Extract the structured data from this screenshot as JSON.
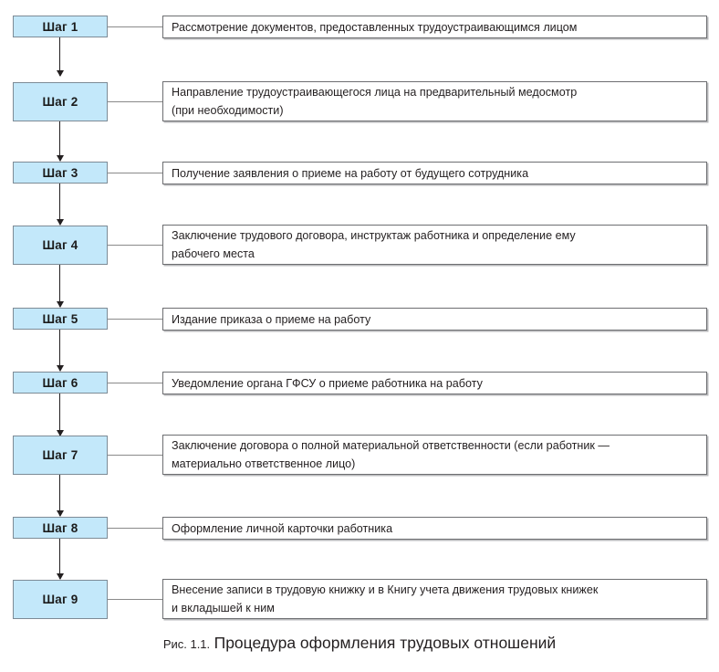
{
  "figure": {
    "caption_number": "Рис. 1.1.",
    "caption_title": "Процедура оформления трудовых отношений",
    "colors": {
      "step_fill": "#c3e8fa",
      "step_border": "#7d8b96",
      "text_border": "#6d6e71",
      "text_shadow": "#b9babc",
      "connector": "#8a8a8a",
      "arrow": "#231f20",
      "text": "#231f20",
      "background": "#ffffff"
    }
  },
  "steps": [
    {
      "label": "Шаг 1",
      "lines": [
        "Рассмотрение документов, предоставленных трудоустраивающимся лицом"
      ]
    },
    {
      "label": "Шаг 2",
      "lines": [
        "Направление трудоустраивающегося лица на предварительный медосмотр",
        "(при необходимости)"
      ]
    },
    {
      "label": "Шаг 3",
      "lines": [
        "Получение заявления о приеме на работу от будущего сотрудника"
      ]
    },
    {
      "label": "Шаг 4",
      "lines": [
        "Заключение трудового договора, инструктаж работника и определение ему",
        "рабочего места"
      ]
    },
    {
      "label": "Шаг 5",
      "lines": [
        "Издание приказа о приеме на работу"
      ]
    },
    {
      "label": "Шаг 6",
      "lines": [
        "Уведомление органа ГФСУ о приеме работника на работу"
      ]
    },
    {
      "label": "Шаг 7",
      "lines": [
        "Заключение договора о полной материальной ответственности (если работник —",
        "материально ответственное лицо)"
      ]
    },
    {
      "label": "Шаг 8",
      "lines": [
        "Оформление личной карточки работника"
      ]
    },
    {
      "label": "Шаг 9",
      "lines": [
        "Внесение записи в трудовую книжку и в Книгу учета движения трудовых книжек",
        "и вкладышей к ним"
      ]
    }
  ]
}
